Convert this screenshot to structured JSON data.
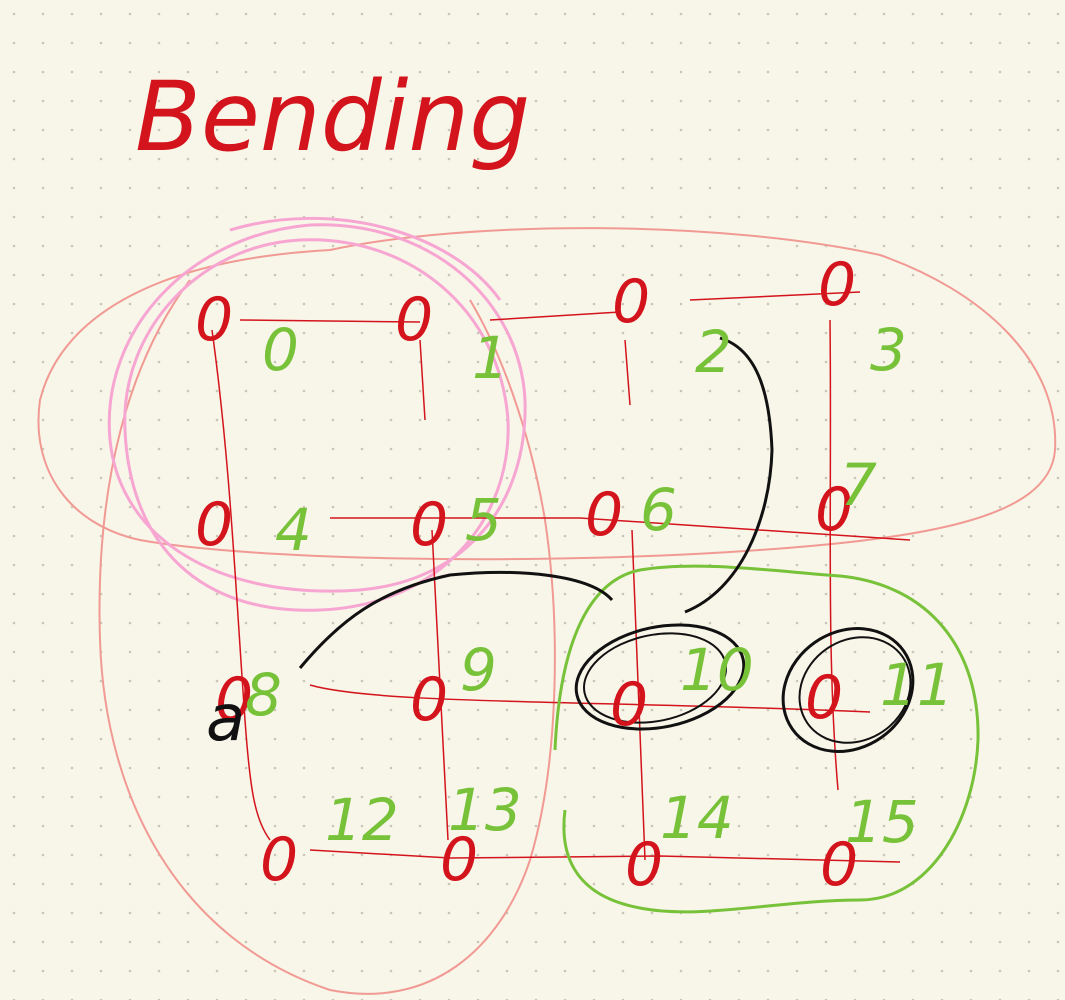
{
  "title": "Bending",
  "colors": {
    "background": "#f8f5e9",
    "dot": "#c9c6b8",
    "red_ink": "#d4141c",
    "green_ink": "#78c23a",
    "pink_ink": "#f7a6d2",
    "salmon_ink": "#f19a93",
    "black_ink": "#111111"
  },
  "grid_nodes": [
    {
      "value": "0",
      "index": "0"
    },
    {
      "value": "0",
      "index": "1"
    },
    {
      "value": "0",
      "index": "2"
    },
    {
      "value": "0",
      "index": "3"
    },
    {
      "value": "0",
      "index": "4"
    },
    {
      "value": "0",
      "index": "5"
    },
    {
      "value": "0",
      "index": "6"
    },
    {
      "value": "0",
      "index": "7"
    },
    {
      "value": "0",
      "index": "8"
    },
    {
      "value": "0",
      "index": "9"
    },
    {
      "value": "0",
      "index": "10"
    },
    {
      "value": "0",
      "index": "11"
    },
    {
      "value": "0",
      "index": "12"
    },
    {
      "value": "0",
      "index": "13"
    },
    {
      "value": "0",
      "index": "14"
    },
    {
      "value": "0",
      "index": "15"
    }
  ],
  "annotation": "a"
}
